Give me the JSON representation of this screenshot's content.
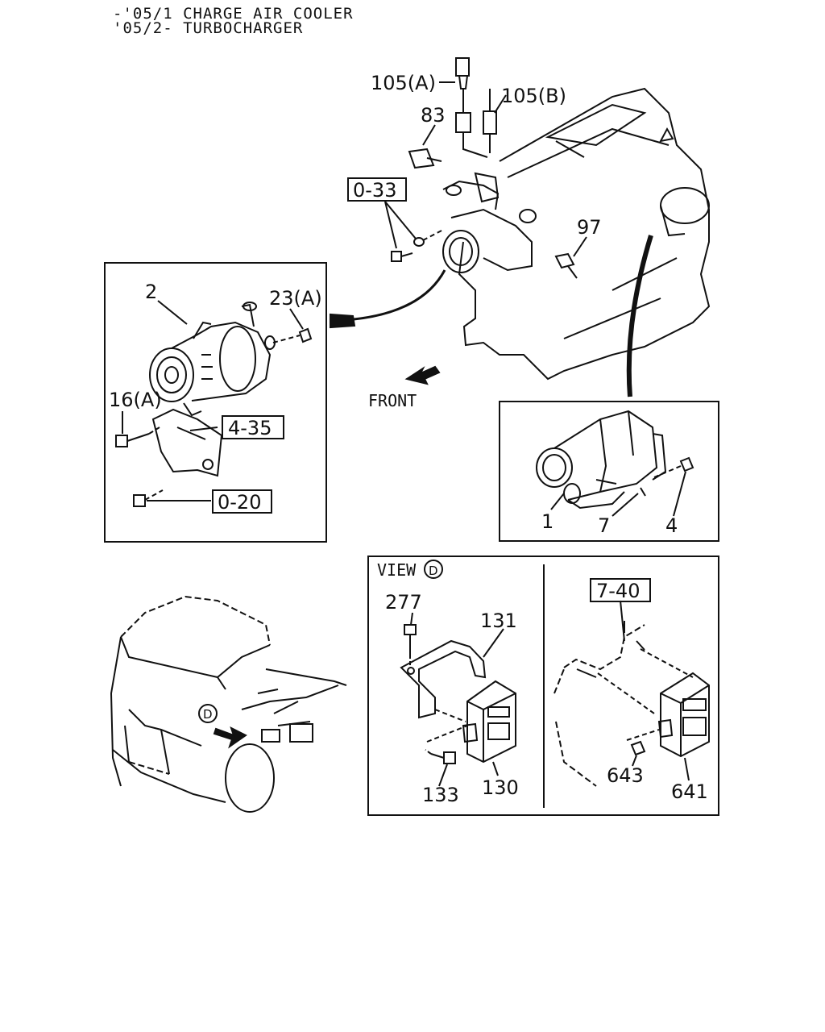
{
  "header": {
    "line1": "-'05/1 CHARGE AIR COOLER",
    "line2": "'05/2- TURBOCHARGER"
  },
  "labels": {
    "p105a": "105(A)",
    "p105b": "105(B)",
    "p83": "83",
    "p97": "97",
    "p2": "2",
    "p23a": "23(A)",
    "p16a": "16(A)",
    "p1": "1",
    "p7": "7",
    "p4": "4",
    "p277": "277",
    "p131": "131",
    "p133": "133",
    "p130": "130",
    "p643": "643",
    "p641": "641",
    "front": "FRONT",
    "view": "VIEW",
    "view_letter": "D",
    "truck_letter": "D"
  },
  "refs": {
    "r033": "0-33",
    "r435": "4-35",
    "r020": "0-20",
    "r740": "7-40"
  }
}
